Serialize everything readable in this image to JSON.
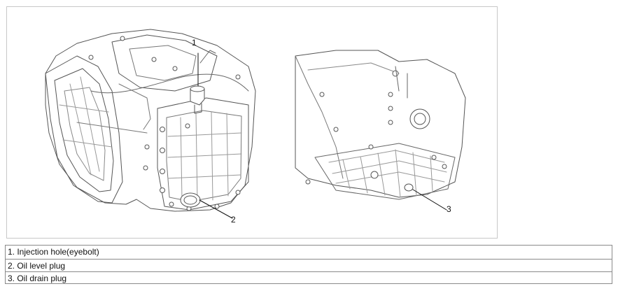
{
  "callouts": {
    "c1": "1",
    "c2": "2",
    "c3": "3"
  },
  "legend": [
    "1. Injection hole(eyebolt)",
    "2. Oil level plug",
    "3. Oil drain plug"
  ]
}
